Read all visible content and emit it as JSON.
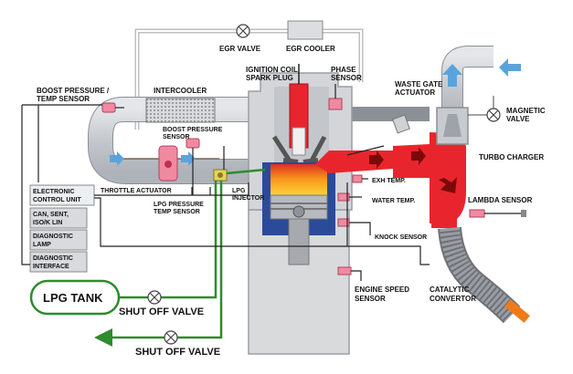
{
  "labels": {
    "egr_valve": "EGR VALVE",
    "egr_cooler": "EGR COOLER",
    "ignition_coil_1": "IGNITION COIL",
    "ignition_coil_2": "SPARK PLUG",
    "phase_sensor_1": "PHASE",
    "phase_sensor_2": "SENSOR",
    "waste_gate_1": "WASTE GATE",
    "waste_gate_2": "ACTUATOR",
    "magnetic_valve_1": "MAGNETIC",
    "magnetic_valve_2": "VALVE",
    "boost_temp_1": "BOOST PRESSURE /",
    "boost_temp_2": "TEMP SENSOR",
    "intercooler": "INTERCOOLER",
    "boost_sensor_1": "BOOST PRESSURE",
    "boost_sensor_2": "SENSOR",
    "turbo_charger": "TURBO CHARGER",
    "exh_temp": "EXH TEMP.",
    "water_temp": "WATER TEMP.",
    "lambda_sensor": "LAMBDA SENSOR",
    "throttle_actuator": "THROTTLE ACTUATOR",
    "lpg_injector_1": "LPG",
    "lpg_injector_2": "INJECTOR",
    "lpg_pressure_1": "LPG PRESSURE",
    "lpg_pressure_2": "TEMP SENSOR",
    "knock_sensor": "KNOCK SENSOR",
    "ecu_1": "ELECTRONIC",
    "ecu_2": "CONTROL UNIT",
    "can_1": "CAN, SENT,",
    "can_2": "ISO/K LIN",
    "diag_lamp_1": "DIAGNOSTIC",
    "diag_lamp_2": "LAMP",
    "diag_iface_1": "DIAGNOSTIC",
    "diag_iface_2": "INTERFACE",
    "engine_speed_1": "ENGINE SPEED",
    "engine_speed_2": "SENSOR",
    "catalytic_1": "CATALYTIC",
    "catalytic_2": "CONVERTOR",
    "lpg_tank": "LPG TANK",
    "shut_off_1": "SHUT OFF VALVE",
    "shut_off_2": "SHUT OFF VALVE"
  },
  "colors": {
    "pipe_gray": "#c9ccd1",
    "pipe_edge": "#8b9096",
    "engine_block": "#d9dadc",
    "exhaust_red": "#e8252d",
    "gas_green": "#2e8b2e",
    "airflow_blue": "#5aa4dc",
    "sensor_pink": "#f08aa0",
    "cylinder_blue": "#2a4a9a",
    "combustion_orange": "#f6a21b",
    "wire_dark": "#222222"
  }
}
